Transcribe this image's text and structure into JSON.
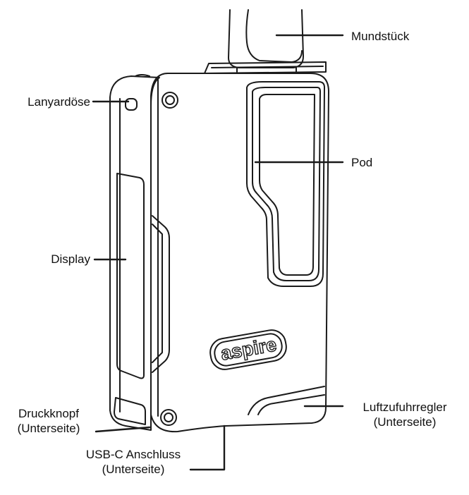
{
  "labels": {
    "mouthpiece": "Mundstück",
    "lanyard": "Lanyardöse",
    "pod": "Pod",
    "display": "Display",
    "button_line1": "Druckknopf",
    "button_line2": "(Unterseite)",
    "airflow_line1": "Luftzufuhrregler",
    "airflow_line2": "(Unterseite)",
    "usb_line1": "USB-C Anschluss",
    "usb_line2": "(Unterseite)"
  },
  "logo_text": "aspire",
  "colors": {
    "stroke": "#1a1a1a",
    "background": "#ffffff"
  }
}
